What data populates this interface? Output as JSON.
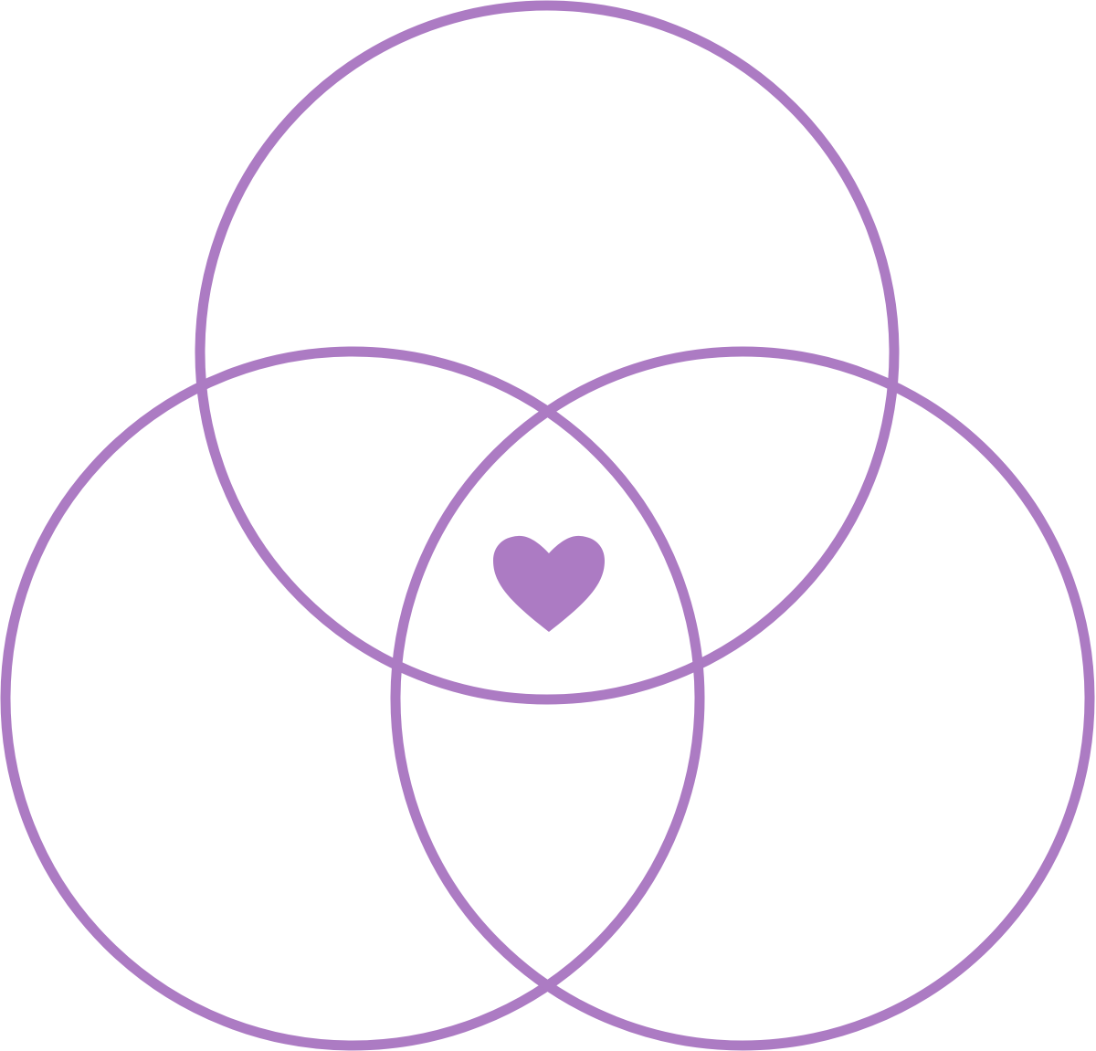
{
  "diagram": {
    "type": "venn",
    "sets": [
      {
        "id": "top",
        "label": ""
      },
      {
        "id": "left",
        "label": ""
      },
      {
        "id": "right",
        "label": ""
      }
    ],
    "center_icon": "heart-icon",
    "colors": {
      "stroke": "#ac7bc3",
      "heart": "#ac7bc3",
      "background": "#ffffff"
    }
  }
}
